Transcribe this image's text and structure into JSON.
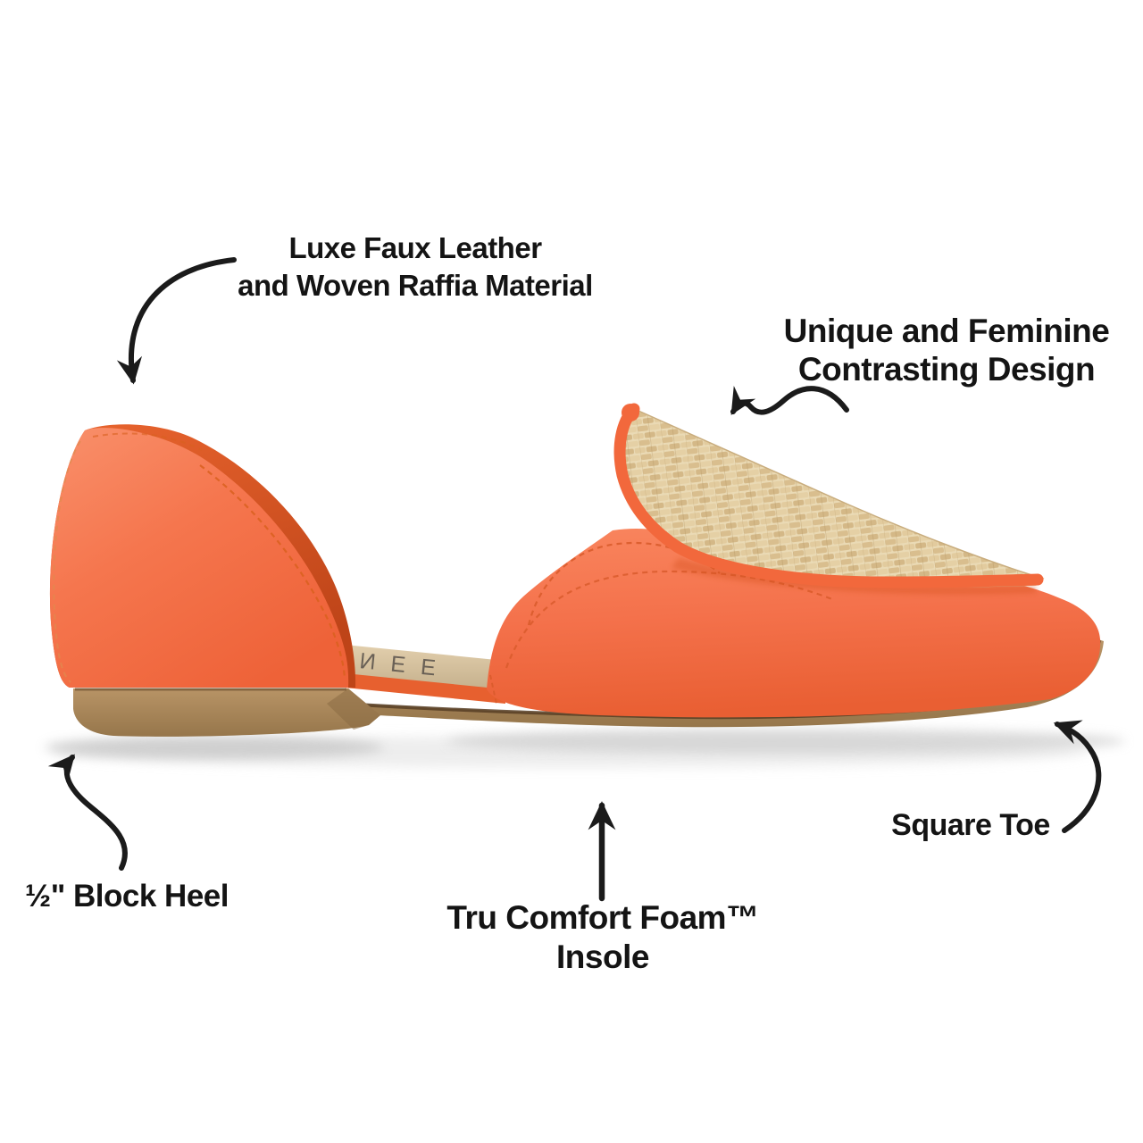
{
  "callouts": {
    "material": {
      "line1": "Luxe Faux Leather",
      "line2": "and Woven Raffia Material"
    },
    "design": {
      "line1": "Unique and Feminine",
      "line2": "Contrasting Design"
    },
    "heel": {
      "text": "½\" Block Heel"
    },
    "insole": {
      "line1": "Tru Comfort Foam™",
      "line2": "Insole"
    },
    "toe": {
      "text": "Square Toe"
    }
  },
  "product": {
    "insole_brand_visible": "ИEE"
  },
  "colors": {
    "coral_upper": "#F4714B",
    "coral_lining": "#D8541F",
    "piping": "#F2683C",
    "raffia": "#E6D3AB",
    "sole_tan": "#AB885B",
    "insole_beige": "#D9C5A4",
    "label_text": "#141414",
    "arrow": "#1B1B1B",
    "background": "#FFFFFF"
  }
}
